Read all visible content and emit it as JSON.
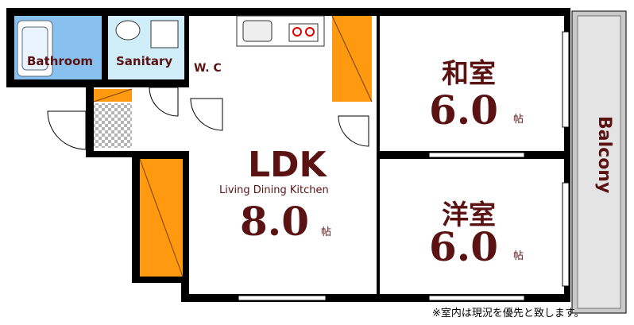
{
  "rooms": {
    "bathroom": "Bathroom",
    "sanitary": "Sanitary",
    "wc": "W. C",
    "ldk": "LDK",
    "ldk_sub": "Living Dining Kitchen",
    "ldk_size": "8.0",
    "washitsu": "和室",
    "washitsu_size": "6.0",
    "youshitsu": "洋室",
    "youshitsu_size": "6.0",
    "unit": "帖",
    "balcony": "Balcony"
  },
  "note": "※室内は現況を優先と致します。",
  "colors": {
    "wall": "#000000",
    "blue_room": "#88c0f0",
    "sanitary_fill": "#cfeefa",
    "closet": "#ff9a10",
    "balcony": "#c9c9c9",
    "text": "#5a1212"
  }
}
